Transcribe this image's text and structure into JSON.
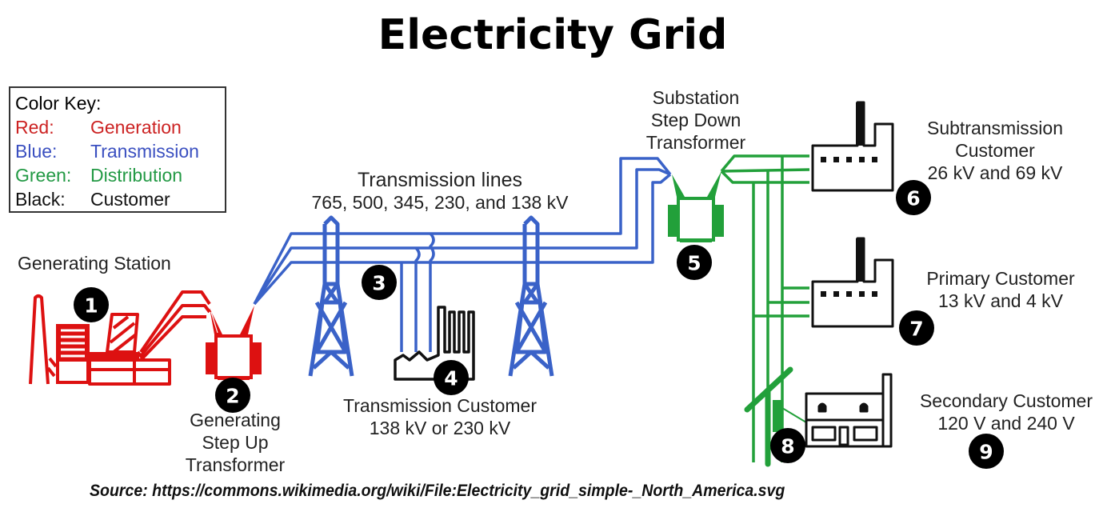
{
  "title": "Electricity Grid",
  "colors": {
    "generation": "#dd1111",
    "transmission": "#3a62c8",
    "distribution": "#22a03a",
    "customer": "#111111"
  },
  "color_key": {
    "heading": "Color Key:",
    "rows": [
      {
        "key": "Red:",
        "value": "Generation",
        "color": "#cc2222"
      },
      {
        "key": "Blue:",
        "value": "Transmission",
        "color": "#3a4fc0"
      },
      {
        "key": "Green:",
        "value": "Distribution",
        "color": "#229944"
      },
      {
        "key": "Black:",
        "value": "Customer",
        "color": "#111111"
      }
    ]
  },
  "labels": {
    "generating_station": "Generating Station",
    "step_up": [
      "Generating",
      "Step Up",
      "Transformer"
    ],
    "transmission_lines": [
      "Transmission lines",
      "765, 500, 345, 230, and 138 kV"
    ],
    "transmission_customer": [
      "Transmission Customer",
      "138 kV or 230 kV"
    ],
    "substation": [
      "Substation",
      "Step Down",
      "Transformer"
    ],
    "subtransmission_customer": [
      "Subtransmission",
      "Customer",
      "26 kV and 69 kV"
    ],
    "primary_customer": [
      "Primary Customer",
      "13 kV and 4 kV"
    ],
    "secondary_customer": [
      "Secondary Customer",
      "120 V and 240 V"
    ]
  },
  "badges": [
    "1",
    "2",
    "3",
    "4",
    "5",
    "6",
    "7",
    "8",
    "9"
  ],
  "source": "Source: https://commons.wikimedia.org/wiki/File:Electricity_grid_simple-_North_America.svg"
}
